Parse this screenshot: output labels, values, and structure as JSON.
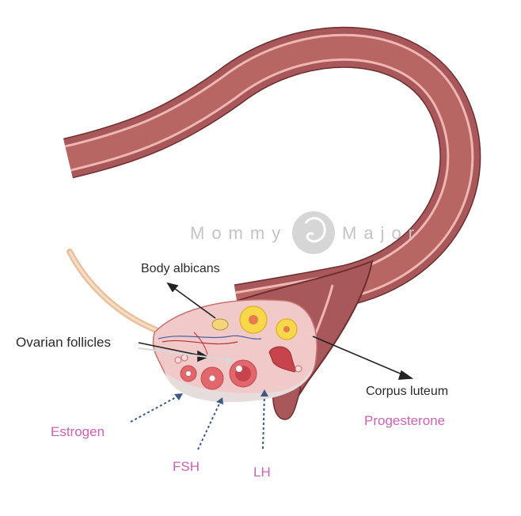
{
  "watermark": {
    "left": "Mommy",
    "right": "Major",
    "icon": "fetus-logo-icon"
  },
  "labels": {
    "body_albicans": "Body albicans",
    "ovarian_follicles": "Ovarian follicles",
    "corpus_luteum": "Corpus luteum"
  },
  "hormones": {
    "estrogen": "Estrogen",
    "fsh": "FSH",
    "lh": "LH",
    "progesterone": "Progesterone"
  },
  "colors": {
    "tube_outer": "#a8585a",
    "tube_lumen": "#b76663",
    "tube_stripe": "#f0b6b2",
    "tube_border": "#6e2f2f",
    "ovary": "#f1c9c9",
    "ovary_lower": "#e6dcdc",
    "follicle": "#e0676c",
    "body_yellow": "#f7d84a",
    "hormone_label": "#d45fb0",
    "arrow_dotted": "#3d5a86",
    "label_text": "#2a2a2a",
    "watermark": "#c4c4c4"
  }
}
